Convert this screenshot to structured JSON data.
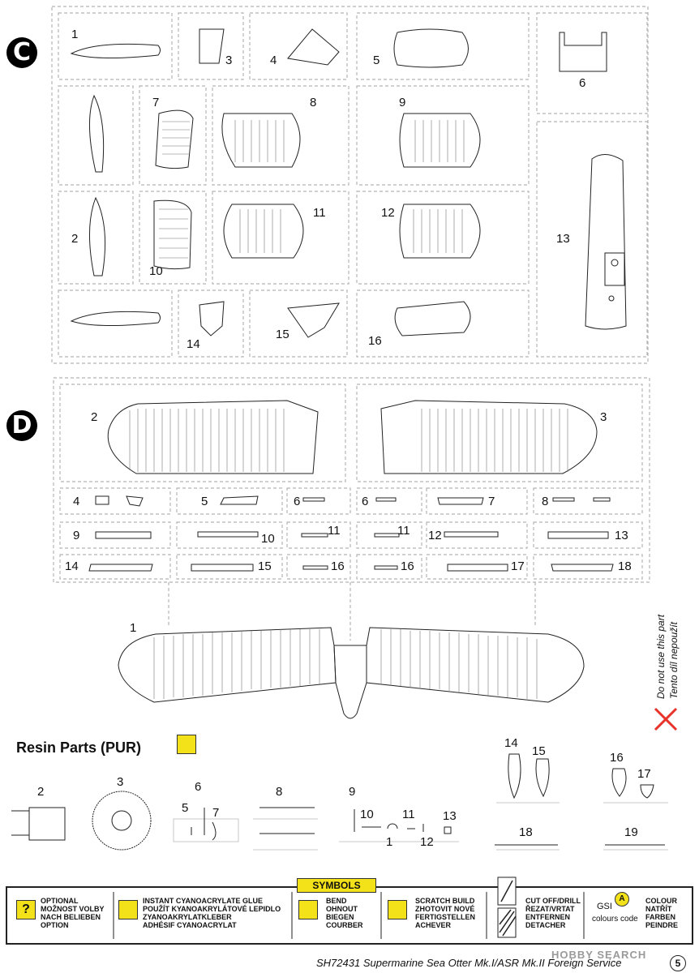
{
  "sheet_c": {
    "badge": "C",
    "labels": [
      "1",
      "3",
      "4",
      "5",
      "6",
      "7",
      "8",
      "9",
      "2",
      "11",
      "12",
      "13",
      "10",
      "14",
      "15",
      "16"
    ]
  },
  "sheet_d": {
    "badge": "D",
    "labels": [
      "2",
      "3",
      "4",
      "5",
      "6",
      "6",
      "7",
      "8",
      "9",
      "10",
      "11",
      "11",
      "12",
      "13",
      "14",
      "15",
      "16",
      "16",
      "17",
      "18",
      "1"
    ]
  },
  "warning": {
    "line1": "Do not use this part",
    "line2": "Tento díl nepoužít"
  },
  "resin": {
    "title": "Resin Parts (PUR)",
    "labels": [
      "2",
      "3",
      "6",
      "5",
      "7",
      "8",
      "9",
      "10",
      "11",
      "13",
      "1",
      "12",
      "14",
      "15",
      "16",
      "17",
      "18",
      "19"
    ]
  },
  "symbols": {
    "header": "SYMBOLS",
    "optional": [
      "OPTIONAL",
      "MOŽNOST VOLBY",
      "NACH BELIEBEN",
      "OPTION"
    ],
    "glue": [
      "INSTANT CYANOACRYLATE GLUE",
      "POUŽÍT KYANOAKRYLÁTOVÉ LEPIDLO",
      "ZYANOAKRYLATKLEBER",
      "ADHÉSIF CYANOACRYLAT"
    ],
    "bend": [
      "BEND",
      "OHNOUT",
      "BIEGEN",
      "COURBER"
    ],
    "scratch": [
      "SCRATCH BUILD",
      "ZHOTOVIT NOVÉ",
      "FERTIGSTELLEN",
      "ACHEVER"
    ],
    "cut": [
      "CUT OFF/DRILL",
      "ŘEZAT/VRTAT",
      "ENTFERNEN",
      "DETACHER"
    ],
    "gsi": "GSI",
    "gsi_badge": "A",
    "colours_code": "colours code",
    "colour": [
      "COLOUR",
      "NATŘÍT",
      "FARBEN",
      "PEINDRE"
    ]
  },
  "footer": {
    "text": "SH72431 Supermarine Sea Otter Mk.I/ASR Mk.II Foreign Service",
    "page": "5",
    "watermark": "HOBBY SEARCH"
  },
  "colors": {
    "accent_yellow": "#f3e21a",
    "warning_red": "#e8332a",
    "frame_gray": "#b5b5b5"
  }
}
